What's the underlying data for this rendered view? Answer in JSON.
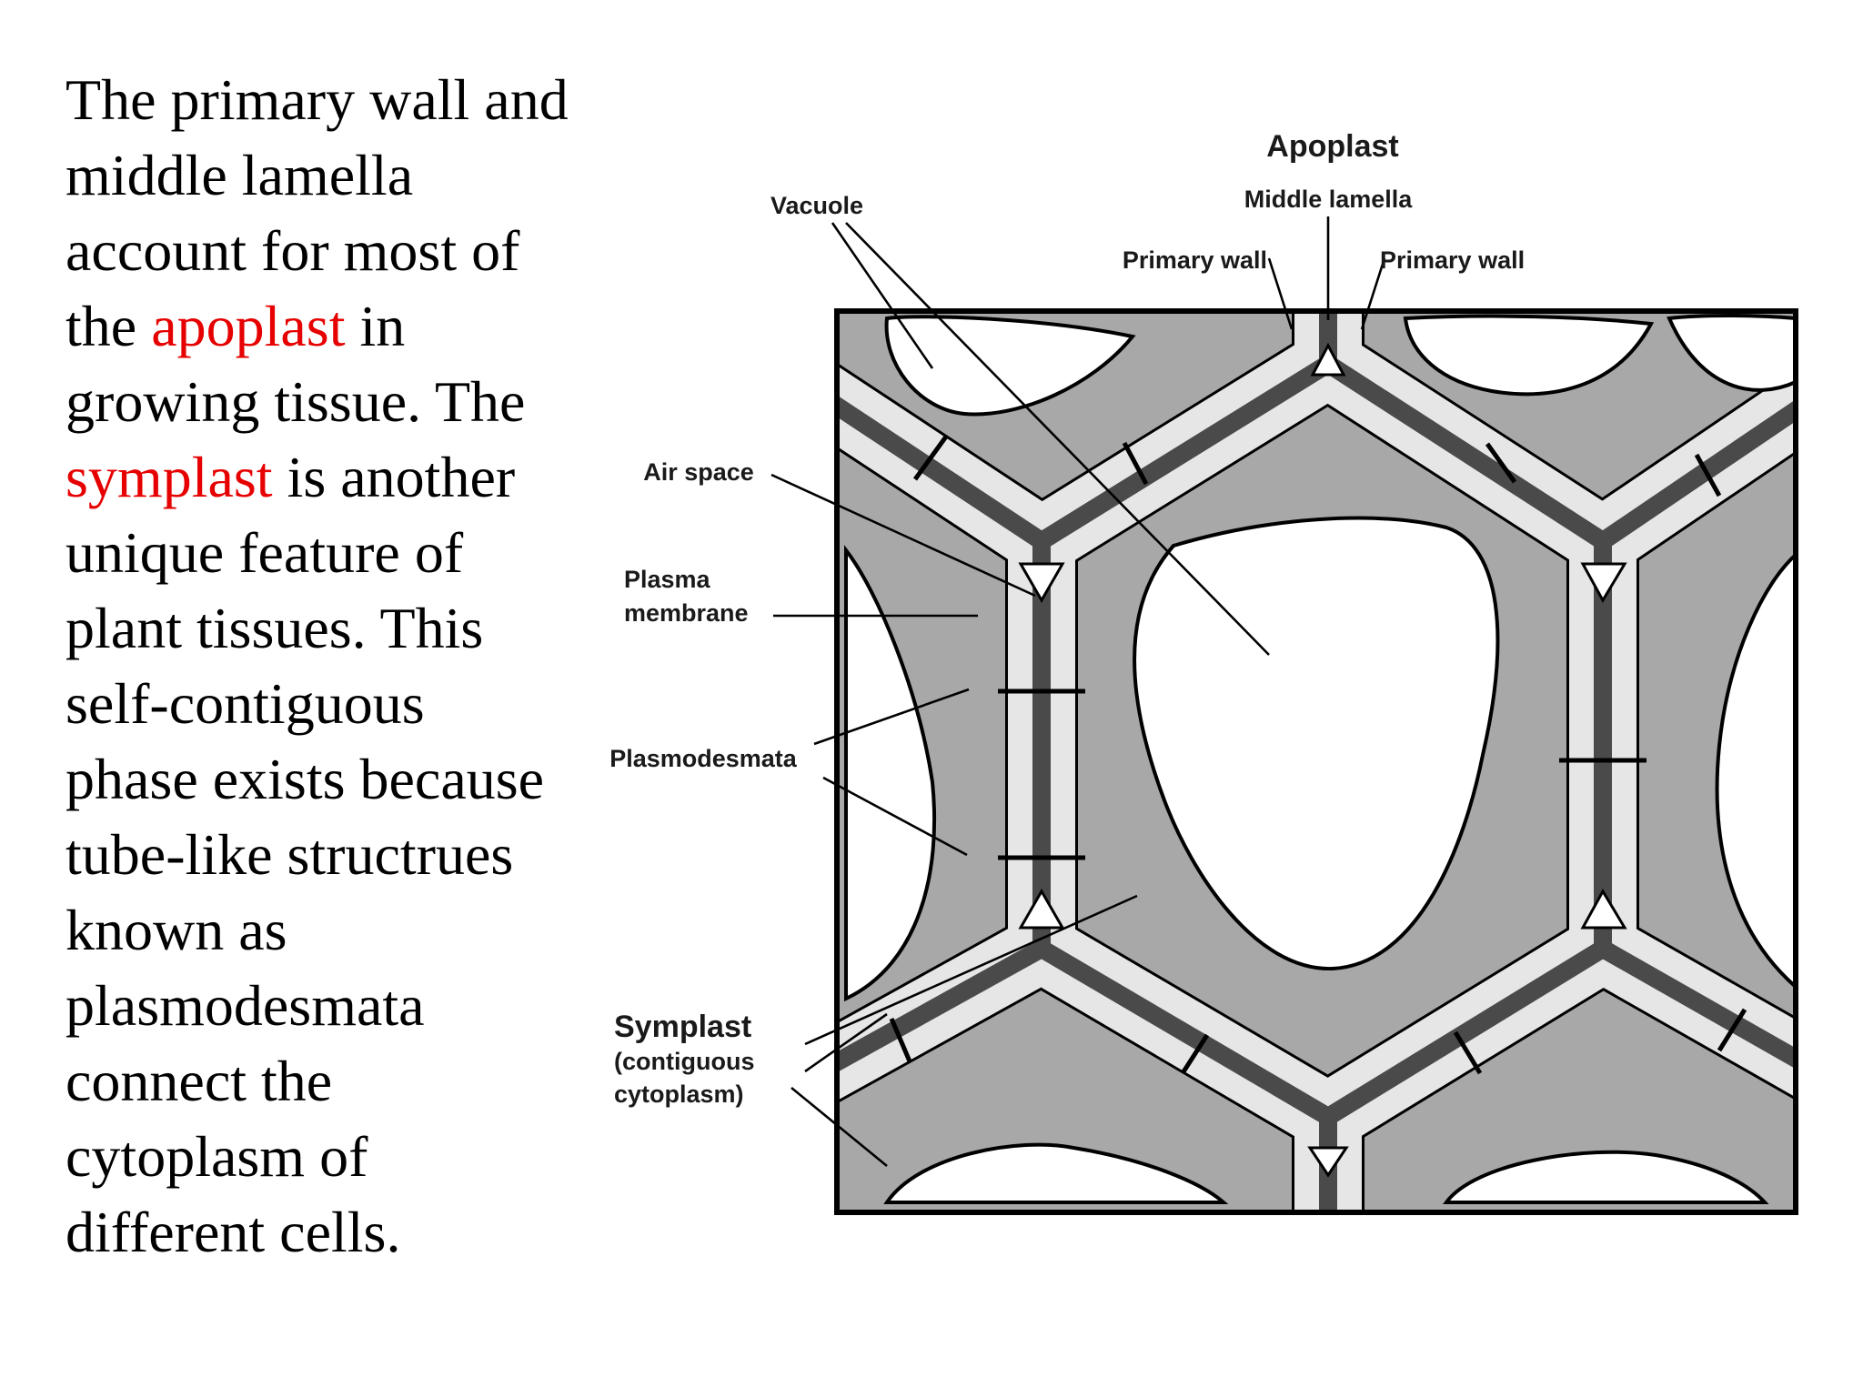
{
  "text": {
    "lines": [
      [
        {
          "t": "The primary wall and"
        }
      ],
      [
        {
          "t": "middle lamella"
        }
      ],
      [
        {
          "t": "account for most of"
        }
      ],
      [
        {
          "t": "the "
        },
        {
          "t": "apoplast",
          "hl": true
        },
        {
          "t": " in"
        }
      ],
      [
        {
          "t": "growing tissue. The"
        }
      ],
      [
        {
          "t": "symplast",
          "hl": true
        },
        {
          "t": " is another"
        }
      ],
      [
        {
          "t": "unique feature of"
        }
      ],
      [
        {
          "t": "plant tissues. This"
        }
      ],
      [
        {
          "t": "self-contiguous"
        }
      ],
      [
        {
          "t": "phase exists because"
        }
      ],
      [
        {
          "t": "tube-like structrues"
        }
      ],
      [
        {
          "t": "known as"
        }
      ],
      [
        {
          "t": "plasmodesmata"
        }
      ],
      [
        {
          "t": "connect the"
        }
      ],
      [
        {
          "t": "cytoplasm of"
        }
      ],
      [
        {
          "t": "different cells."
        }
      ]
    ],
    "highlight_color": "#e60000"
  },
  "diagram": {
    "labels": {
      "apoplast": "Apoplast",
      "middle_lamella": "Middle lamella",
      "primary_wall_left": "Primary wall",
      "primary_wall_right": "Primary wall",
      "vacuole": "Vacuole",
      "air_space": "Air space",
      "plasma_membrane_1": "Plasma",
      "plasma_membrane_2": "membrane",
      "plasmodesmata": "Plasmodesmata",
      "symplast_1": "Symplast",
      "symplast_2": "(contiguous",
      "symplast_3": "cytoplasm)"
    },
    "colors": {
      "cytoplasm": "#a8a8a8",
      "primary_wall": "#e6e6e6",
      "middle_lamella": "#4a4a4a",
      "vacuole": "#ffffff",
      "outline": "#000000"
    }
  }
}
